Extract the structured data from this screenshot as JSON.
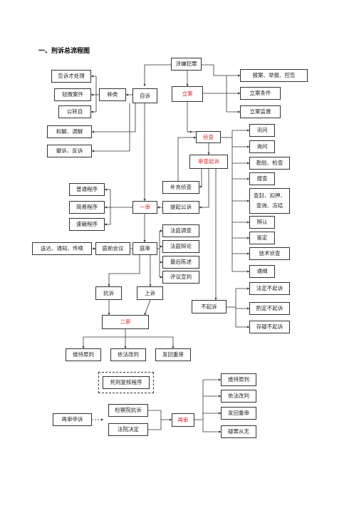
{
  "title": "一、刑诉总流程图",
  "nodes": {
    "suspect": "涉嫌犯罪",
    "complaint": "告诉才处理",
    "minor": "轻微案件",
    "public_private": "公转自",
    "kinds": "种类",
    "private_pros": "自诉",
    "reconcile": "和解、调解",
    "withdraw": "撤诉、反诉",
    "file_case": "立案",
    "report": "报案、举报、控告",
    "conditions": "立案条件",
    "supervision": "立案监督",
    "investigation": "侦查",
    "interrogate": "讯问",
    "inquire": "询问",
    "inspect": "勘验、检查",
    "search": "搜查",
    "seal": "查封、扣押、查询、冻结",
    "identify": "辨认",
    "appraisal": "鉴定",
    "tech": "技术侦查",
    "wanted": "通缉",
    "review": "审查起诉",
    "supp_inv": "补充侦查",
    "public_pros": "提起公诉",
    "not_pros": "不起诉",
    "legal_np": "法定不起诉",
    "discr_np": "酌定不起诉",
    "doubt_np": "存疑不起诉",
    "ordinary": "普通程序",
    "summary": "简易程序",
    "speedy": "速裁程序",
    "first_trial": "一审",
    "serve": "送达、通知、传唤",
    "pretrial": "庭前会议",
    "court": "庭审",
    "court_inv": "法庭调查",
    "court_deb": "法庭辩论",
    "final_stmt": "最后陈述",
    "deliberate": "评议宣判",
    "protest": "抗诉",
    "appeal": "上诉",
    "second_trial": "二审",
    "uphold": "维持原判",
    "amend": "依法改判",
    "remand": "发回重审",
    "death_review": "死刑复核程序",
    "petition": "再审申诉",
    "proc_protest": "检察院抗诉",
    "court_decision": "法院决定",
    "retrial": "再审",
    "r_uphold": "维持原判",
    "r_amend": "依法改判",
    "r_remand": "发回重审",
    "r_doubt": "疑罪从无"
  }
}
